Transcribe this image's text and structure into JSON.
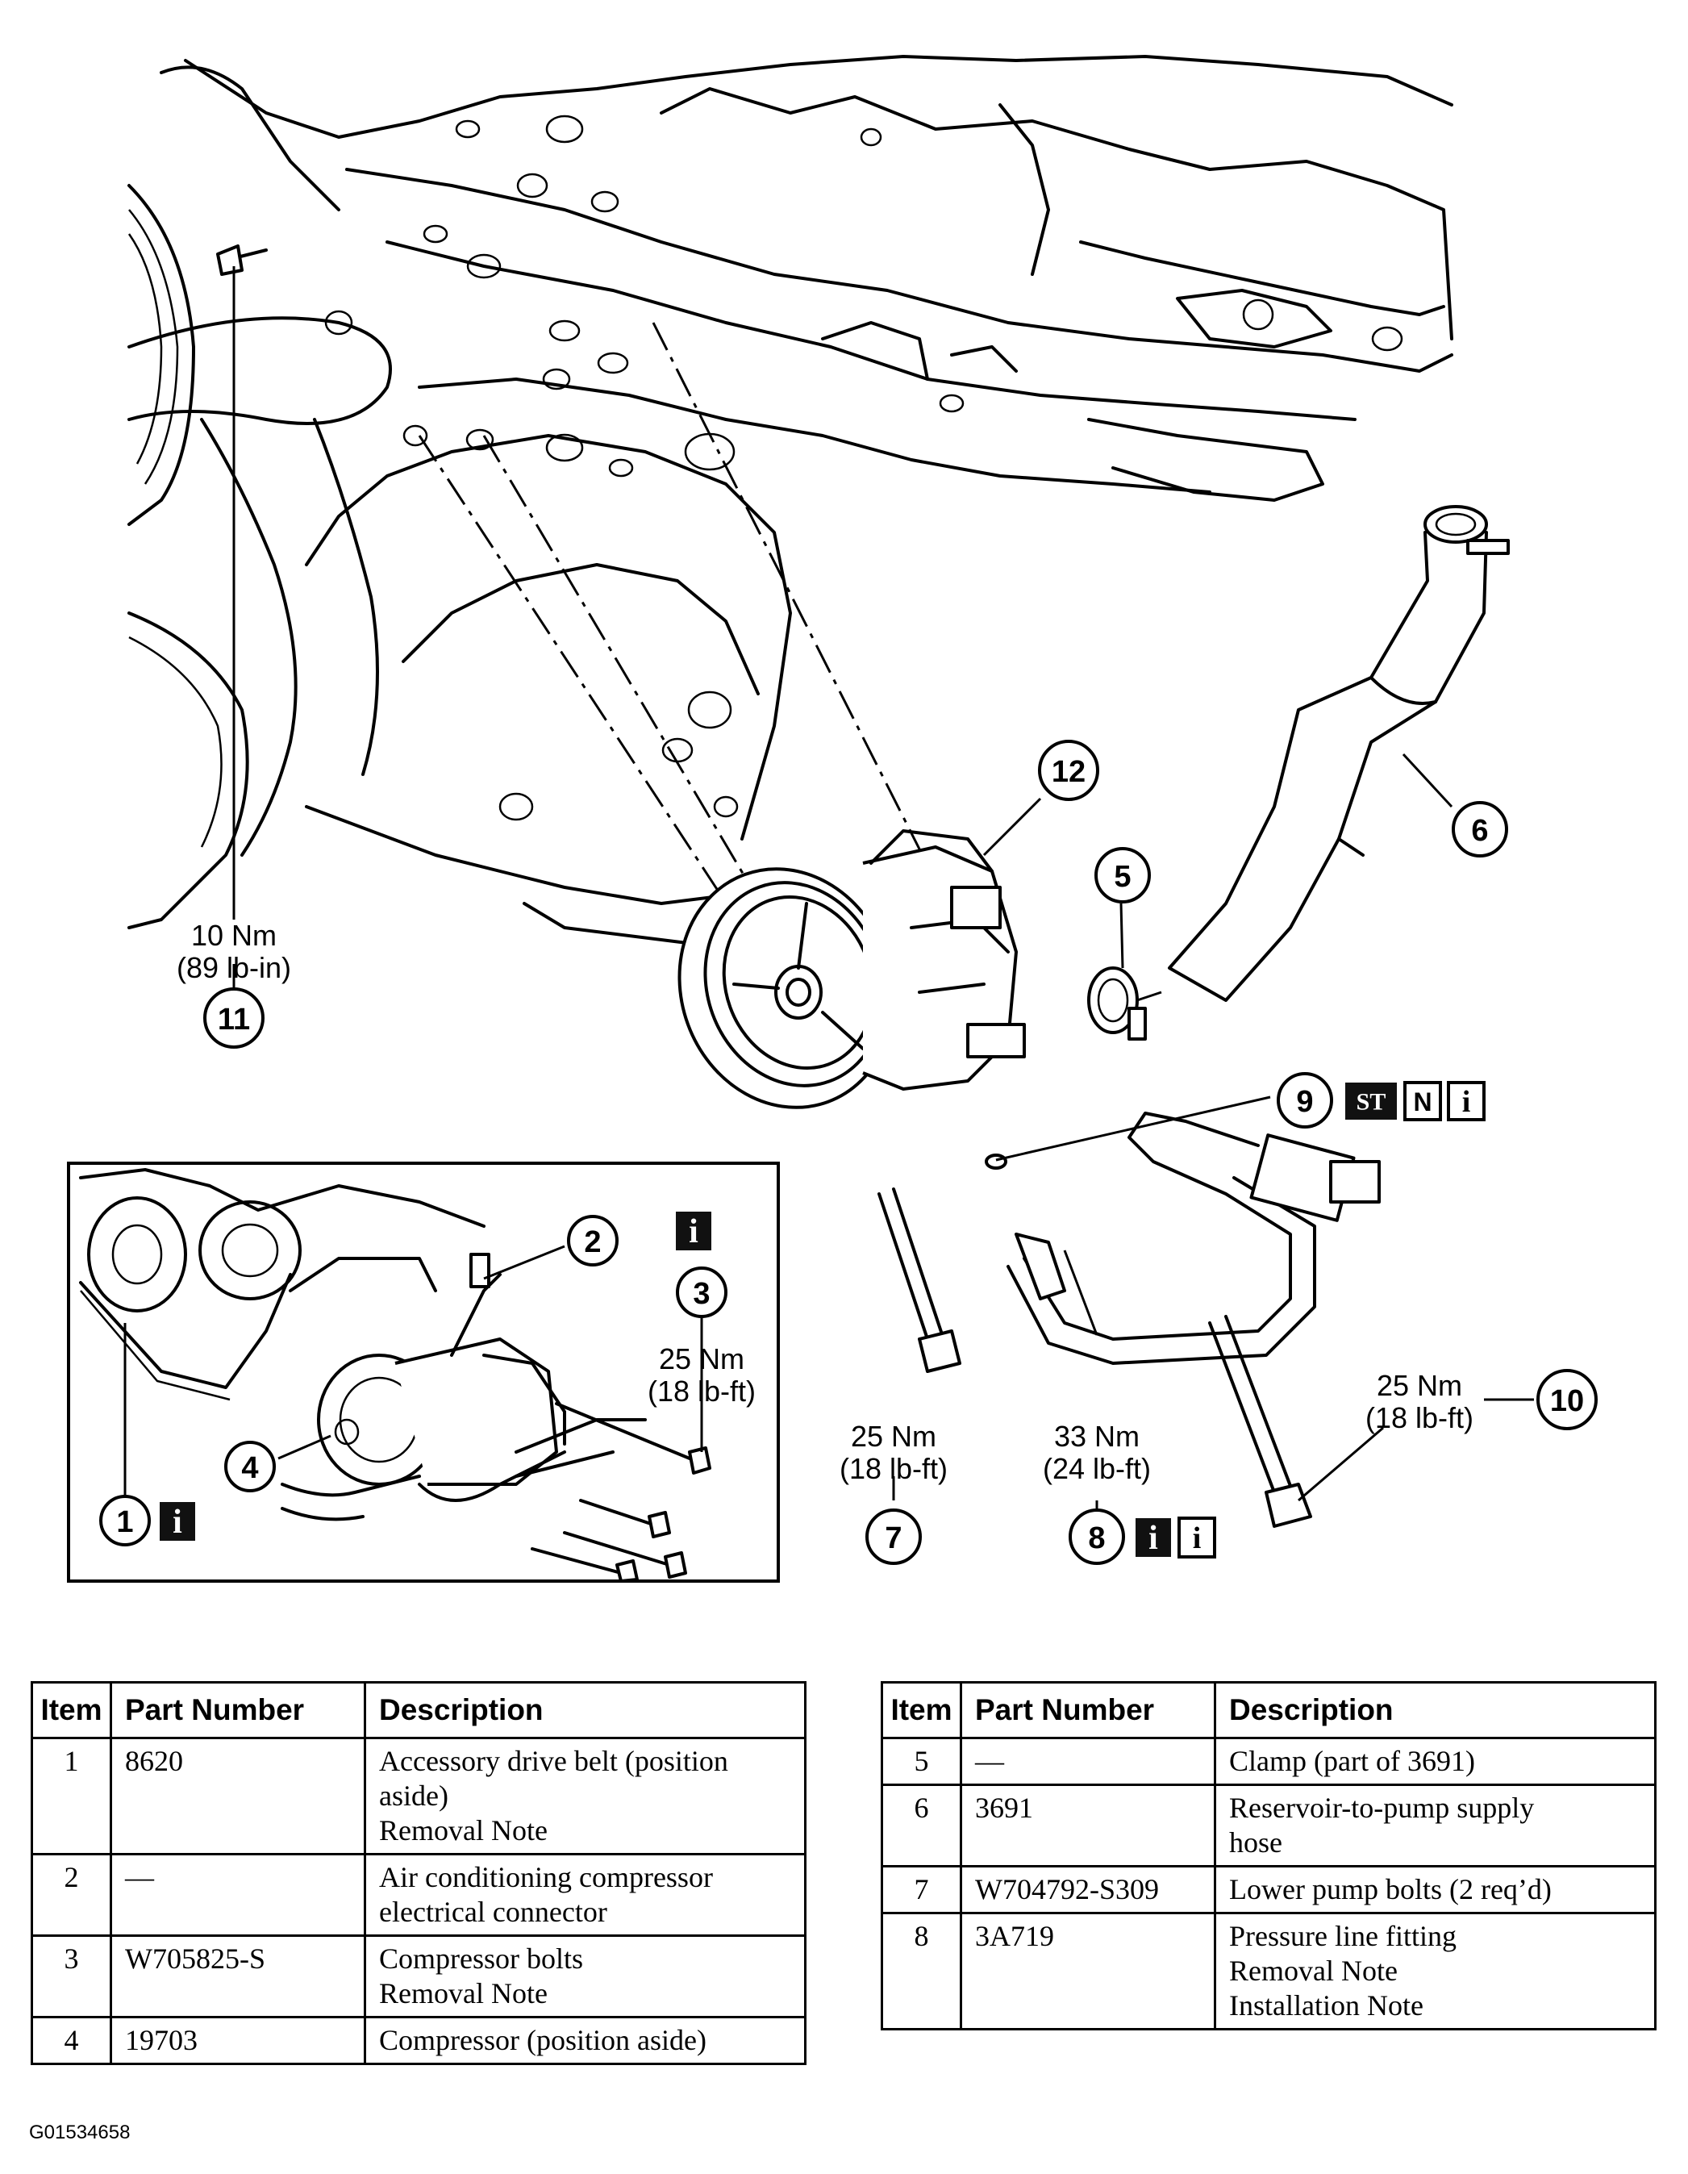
{
  "callouts": [
    {
      "num": "1"
    },
    {
      "num": "2"
    },
    {
      "num": "3"
    },
    {
      "num": "4"
    },
    {
      "num": "5"
    },
    {
      "num": "6"
    },
    {
      "num": "7"
    },
    {
      "num": "8"
    },
    {
      "num": "9"
    },
    {
      "num": "10"
    },
    {
      "num": "11"
    },
    {
      "num": "12"
    }
  ],
  "torque_specs": {
    "item3": {
      "nm": "25 Nm",
      "imperial": "(18 lb-ft)"
    },
    "item7": {
      "nm": "25 Nm",
      "imperial": "(18 lb-ft)"
    },
    "item8": {
      "nm": "33 Nm",
      "imperial": "(24 lb-ft)"
    },
    "item10": {
      "nm": "25 Nm",
      "imperial": "(18 lb-ft)"
    },
    "item11": {
      "nm": "10 Nm",
      "imperial": "(89 lb-in)"
    }
  },
  "badges": {
    "info": "i",
    "special_tool": "ST",
    "new_part": "N"
  },
  "table_left": {
    "headers": [
      "Item",
      "Part Number",
      "Description"
    ],
    "rows": [
      {
        "item": "1",
        "part_number": "8620",
        "description": [
          "Accessory drive belt (position",
          "aside)",
          "Removal Note"
        ]
      },
      {
        "item": "2",
        "part_number": "—",
        "description": [
          "Air conditioning compressor",
          "electrical connector"
        ]
      },
      {
        "item": "3",
        "part_number": "W705825-S",
        "description": [
          "Compressor bolts",
          "Removal Note"
        ]
      },
      {
        "item": "4",
        "part_number": "19703",
        "description": [
          "Compressor (position aside)"
        ]
      }
    ]
  },
  "table_right": {
    "headers": [
      "Item",
      "Part Number",
      "Description"
    ],
    "rows": [
      {
        "item": "5",
        "part_number": "—",
        "description": [
          "Clamp (part of 3691)"
        ]
      },
      {
        "item": "6",
        "part_number": "3691",
        "description": [
          "Reservoir-to-pump supply",
          "hose"
        ]
      },
      {
        "item": "7",
        "part_number": "W704792-S309",
        "description": [
          "Lower pump bolts (2 req’d)"
        ]
      },
      {
        "item": "8",
        "part_number": "3A719",
        "description": [
          "Pressure line fitting",
          "Removal Note",
          "Installation Note"
        ]
      }
    ]
  },
  "figure_id": "G01534658"
}
